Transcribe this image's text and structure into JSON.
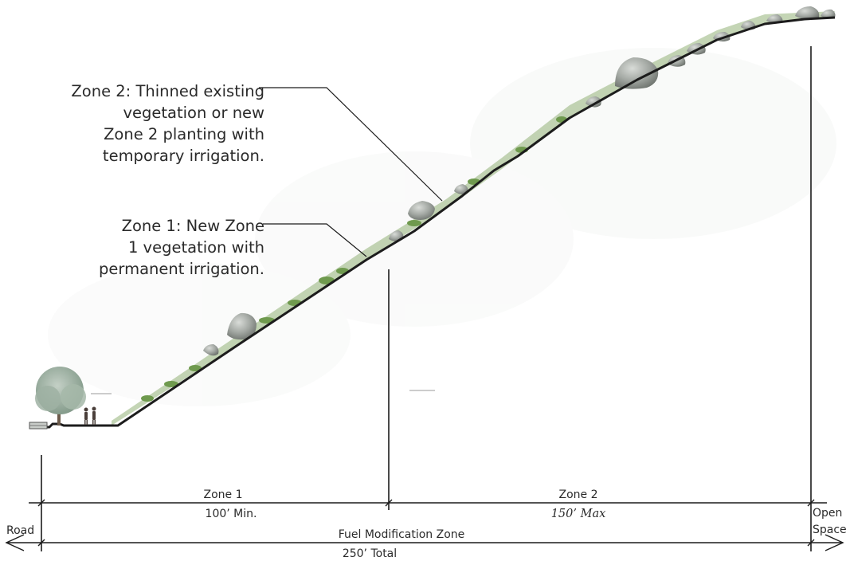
{
  "callouts": {
    "zone2": {
      "lines": [
        "Zone 2: Thinned existing",
        "vegetation or new",
        "Zone 2 planting with",
        "temporary irrigation."
      ]
    },
    "zone1": {
      "lines": [
        "Zone 1: New Zone",
        "1 vegetation with",
        "permanent irrigation."
      ]
    }
  },
  "dimensions": {
    "zone1": {
      "label": "Zone 1",
      "value": "100’ Min."
    },
    "zone2": {
      "label": "Zone 2",
      "value": "150’ Max"
    },
    "total": {
      "label": "Fuel Modification Zone",
      "value": "250’ Total"
    },
    "road": "Road",
    "open_space": [
      "Open",
      "Space"
    ]
  },
  "colors": {
    "ground_line": "#1c1c1c",
    "vegetation": "#6f9a4e",
    "rock": "#9ea39f",
    "tree": "#8da392",
    "text": "#2a2a2a"
  }
}
